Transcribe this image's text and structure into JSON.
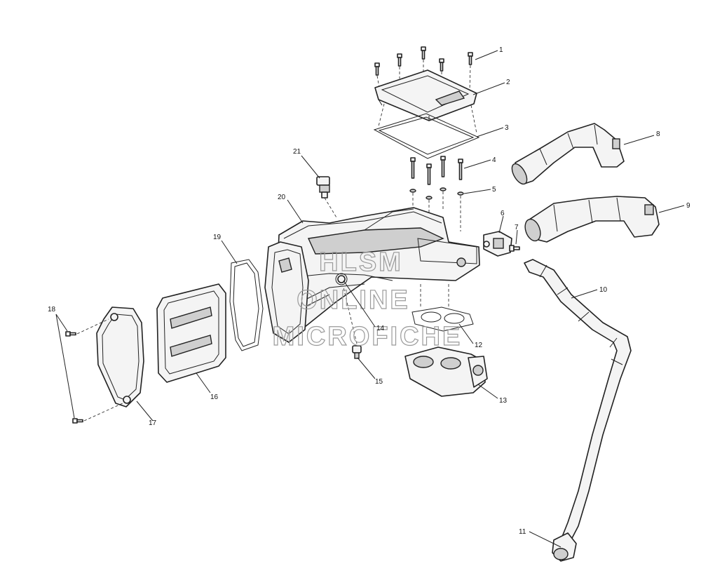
{
  "watermark": {
    "line1": "HLSM",
    "line2": "ONLINE",
    "line3": "MICROFICHE"
  },
  "callouts": {
    "c1": "1",
    "c2": "2",
    "c3": "3",
    "c4": "4",
    "c5": "5",
    "c6": "6",
    "c7": "7",
    "c8": "8",
    "c9": "9",
    "c10": "10",
    "c11": "11",
    "c12": "12",
    "c13": "13",
    "c14": "14",
    "c15": "15",
    "c16": "16",
    "c17": "17",
    "c18": "18",
    "c19": "19",
    "c20": "20",
    "c21": "21"
  }
}
